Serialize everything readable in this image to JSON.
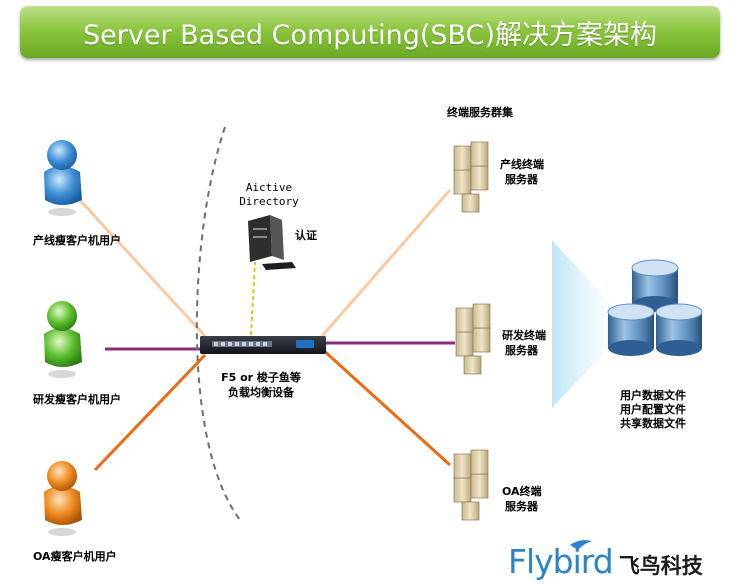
{
  "title": "Server Based Computing(SBC)解决方案架构",
  "clients": [
    {
      "label": "产线瘦客户机用户",
      "color": "#3d8fd6"
    },
    {
      "label": "研发瘦客户机用户",
      "color": "#5cbf2e"
    },
    {
      "label": "OA瘦客户机用户",
      "color": "#ef8a1d"
    }
  ],
  "ad": {
    "line1": "Aictive",
    "line2": "Directory",
    "auth": "认证"
  },
  "load_balancer": {
    "line1": "F5 or 梭子鱼等",
    "line2": "负载均衡设备"
  },
  "cluster_title": "终端服务群集",
  "servers": [
    {
      "line1": "产线终端",
      "line2": "服务器"
    },
    {
      "line1": "研发终端",
      "line2": "服务器"
    },
    {
      "line1": "OA终端",
      "line2": "服务器"
    }
  ],
  "storage": {
    "line1": "用户数据文件",
    "line2": "用户配置文件",
    "line3": "共享数据文件"
  },
  "brand": {
    "en": "Flybird",
    "cn": "飞鸟科技"
  },
  "colors": {
    "title_green": "#8cc63f",
    "line_peach": "#f9c9a0",
    "line_purple": "#8a2b7e",
    "line_orange": "#ee6a12",
    "line_dashed_yellow": "#e6c21a",
    "funnel": "#bfe6f7"
  }
}
